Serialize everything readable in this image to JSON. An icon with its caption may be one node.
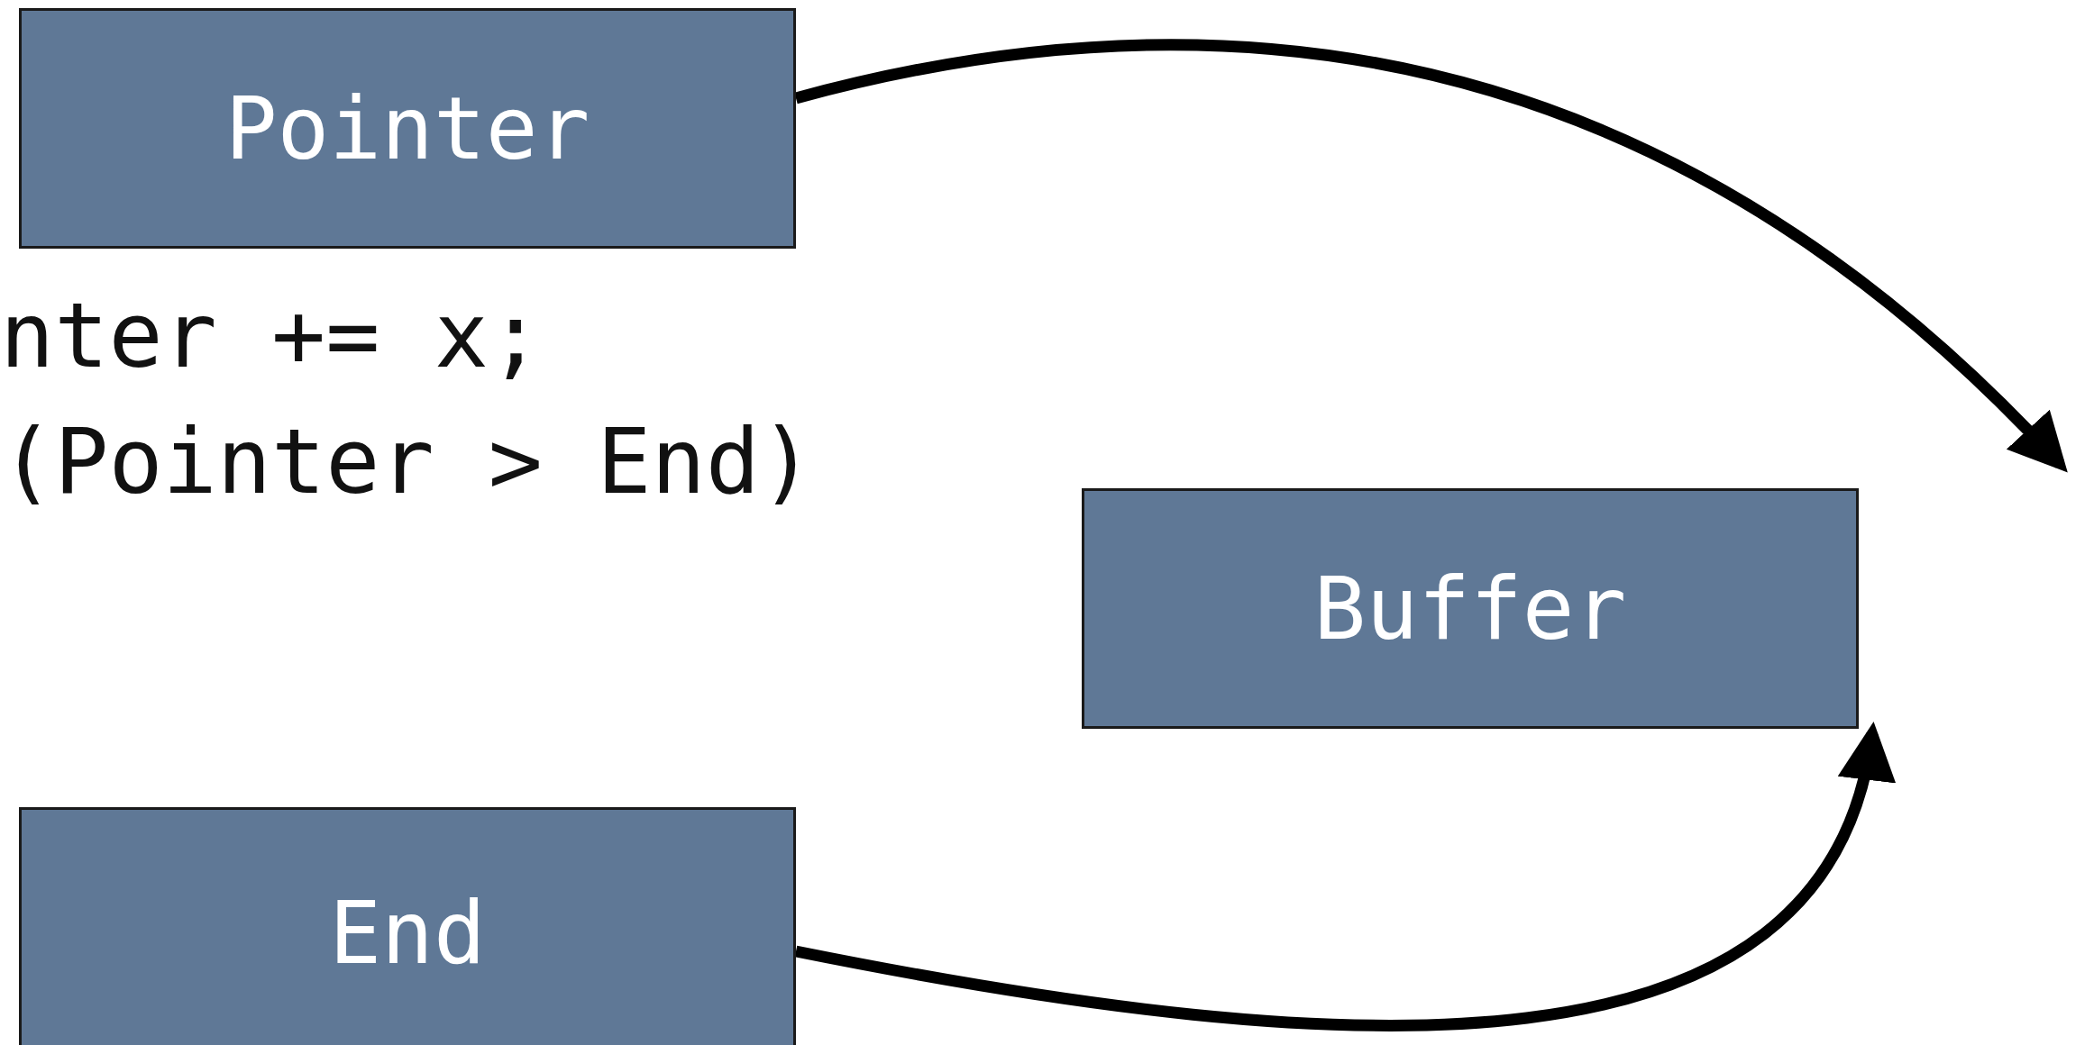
{
  "diagram": {
    "nodes": [
      {
        "text": [
          "Pointer"
        ]
      },
      {
        "text": [
          "Buffer"
        ]
      },
      {
        "text": [
          "End"
        ]
      }
    ],
    "edges": [
      {
        "from": 0,
        "to": null,
        "arrow": "to"
      },
      {
        "from": 2,
        "to": 1,
        "arrow": "to"
      }
    ],
    "labels": [
      "nter += x;",
      "(Pointer > End)"
    ]
  }
}
